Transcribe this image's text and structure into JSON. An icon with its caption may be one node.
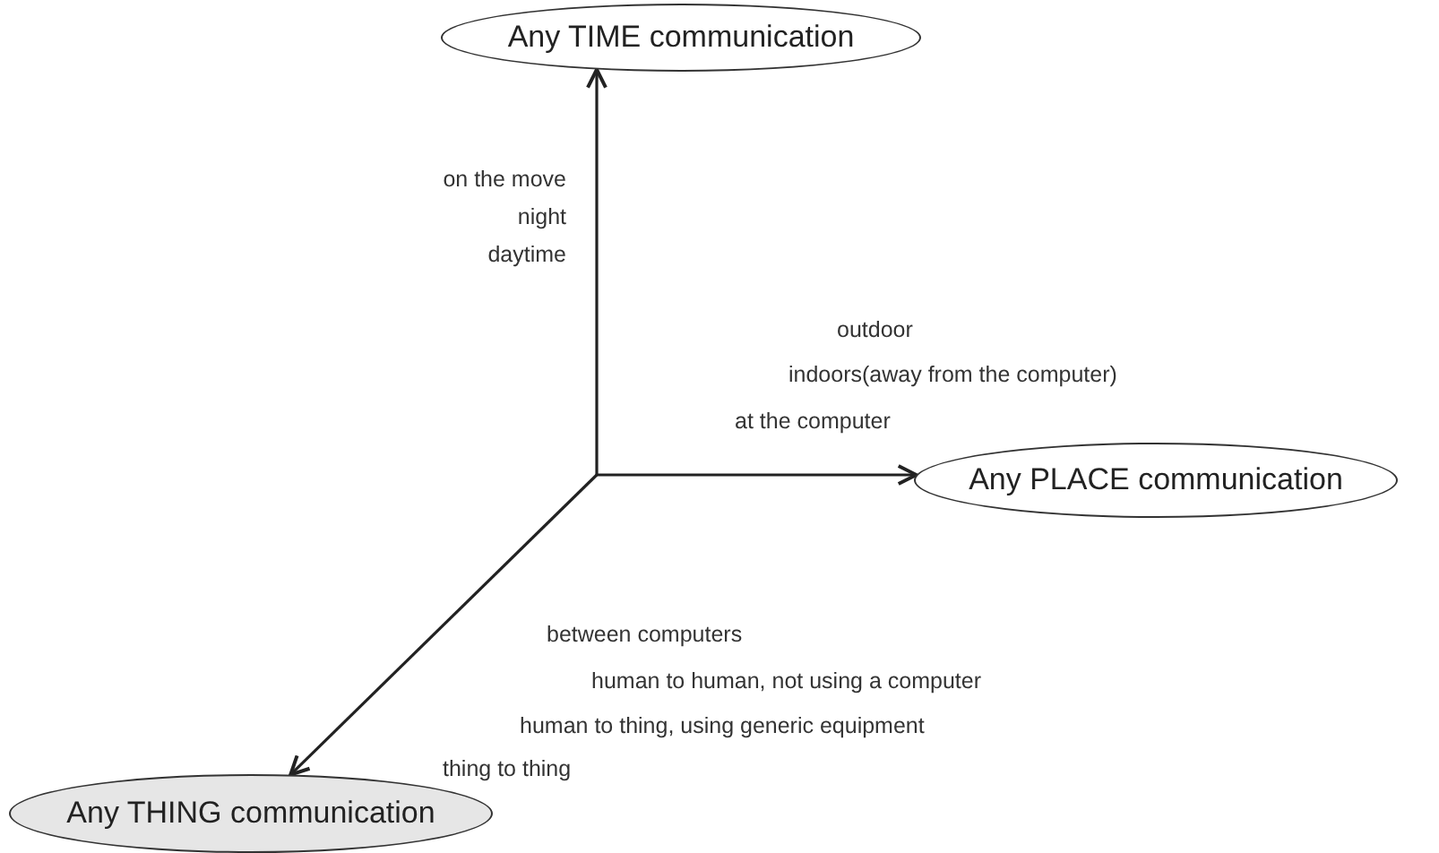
{
  "diagram": {
    "nodes": [
      {
        "text": [
          "Any TIME communication"
        ]
      },
      {
        "text": [
          "Any PLACE communication"
        ]
      },
      {
        "text": [
          "Any THING communication"
        ]
      }
    ],
    "edges": [
      {
        "from": null,
        "to": 0,
        "arrow": "to"
      },
      {
        "from": null,
        "to": 1,
        "arrow": "to"
      },
      {
        "from": null,
        "to": 2,
        "arrow": "to"
      }
    ],
    "labels": [
      "on the move",
      "night",
      "daytime",
      "outdoor",
      "indoors(away from the computer)",
      "at the computer",
      "between computers",
      "human to human, not using a computer",
      "human to thing, using generic equipment",
      "thing to thing"
    ]
  }
}
